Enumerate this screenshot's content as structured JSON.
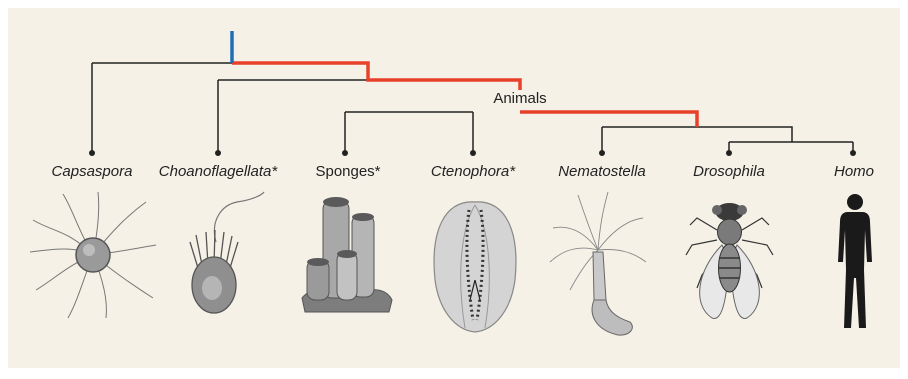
{
  "colors": {
    "background": "#f5f1e6",
    "tree_line": "#222222",
    "highlight_red": "#e8402a",
    "highlight_blue": "#1f6fb8"
  },
  "clade_label": "Animals",
  "taxa": [
    {
      "id": "capsaspora",
      "label": "Capsaspora",
      "illustration": "capsaspora-cell"
    },
    {
      "id": "choanoflagellata",
      "label": "Choanoflagellata*",
      "illustration": "choanoflagellate-cell"
    },
    {
      "id": "sponges",
      "label": "Sponges*",
      "illustration": "sponge"
    },
    {
      "id": "ctenophora",
      "label": "Ctenophora*",
      "illustration": "comb-jelly"
    },
    {
      "id": "nematostella",
      "label": "Nematostella",
      "illustration": "sea-anemone"
    },
    {
      "id": "drosophila",
      "label": "Drosophila",
      "illustration": "fruit-fly"
    },
    {
      "id": "homo",
      "label": "Homo",
      "illustration": "human-silhouette"
    }
  ]
}
